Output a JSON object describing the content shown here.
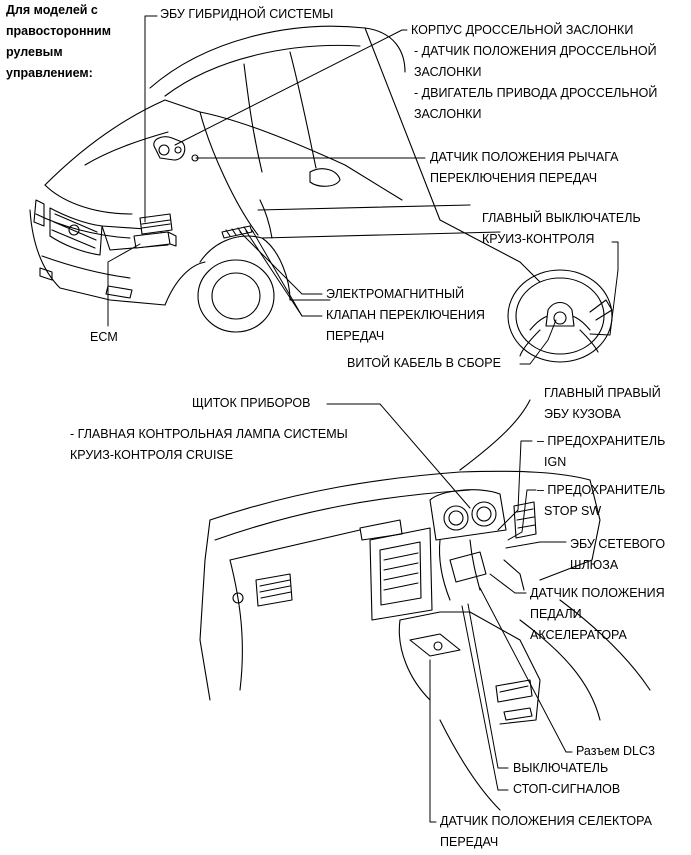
{
  "header_note": {
    "lines": [
      "Для моделей с",
      "правосторонним",
      "рулевым",
      "управлением:"
    ]
  },
  "labels": {
    "hybrid_ecu": "ЭБУ ГИБРИДНОЙ СИСТЕМЫ",
    "throttle_body": "КОРПУС ДРОССЕЛЬНОЙ ЗАСЛОНКИ",
    "throttle_pos_1": "- ДАТЧИК ПОЛОЖЕНИЯ ДРОССЕЛЬНОЙ",
    "throttle_pos_2": "ЗАСЛОНКИ",
    "throttle_motor_1": "- ДВИГАТЕЛЬ ПРИВОДА ДРОССЕЛЬНОЙ",
    "throttle_motor_2": "ЗАСЛОНКИ",
    "shift_lever_1": "ДАТЧИК ПОЛОЖЕНИЯ РЫЧАГА",
    "shift_lever_2": "ПЕРЕКЛЮЧЕНИЯ ПЕРЕДАЧ",
    "cruise_switch_1": "ГЛАВНЫЙ ВЫКЛЮЧАТЕЛЬ",
    "cruise_switch_2": "КРУИЗ-КОНТРОЛЯ",
    "solenoid_1": "ЭЛЕКТРОМАГНИТНЫЙ",
    "solenoid_2": "КЛАПАН ПЕРЕКЛЮЧЕНИЯ",
    "solenoid_3": "ПЕРЕДАЧ",
    "ecm": "ECM",
    "spiral_cable": "ВИТОЙ КАБЕЛЬ В СБОРЕ",
    "combination_meter": "ЩИТОК ПРИБОРОВ",
    "cruise_lamp_1": "- ГЛАВНАЯ КОНТРОЛЬНАЯ ЛАМПА СИСТЕМЫ",
    "cruise_lamp_2": "КРУИЗ-КОНТРОЛЯ CRUISE",
    "body_ecu_1": "ГЛАВНЫЙ ПРАВЫЙ",
    "body_ecu_2": "ЭБУ КУЗОВА",
    "fuse_ign_1": "– ПРЕДОХРАНИТЕЛЬ",
    "fuse_ign_2": "IGN",
    "fuse_stop_1": "– ПРЕДОХРАНИТЕЛЬ",
    "fuse_stop_2": "STOP SW",
    "gateway_ecu_1": "ЭБУ СЕТЕВОГО",
    "gateway_ecu_2": "ШЛЮЗА",
    "accel_pedal_1": "ДАТЧИК ПОЛОЖЕНИЯ",
    "accel_pedal_2": "ПЕДАЛИ",
    "accel_pedal_3": "АКСЕЛЕРАТОРА",
    "dlc3": "Разъем DLC3",
    "stop_lamp_1": "ВЫКЛЮЧАТЕЛЬ",
    "stop_lamp_2": "СТОП-СИГНАЛОВ",
    "selector_1": "ДАТЧИК ПОЛОЖЕНИЯ СЕЛЕКТОРА",
    "selector_2": "ПЕРЕДАЧ"
  }
}
